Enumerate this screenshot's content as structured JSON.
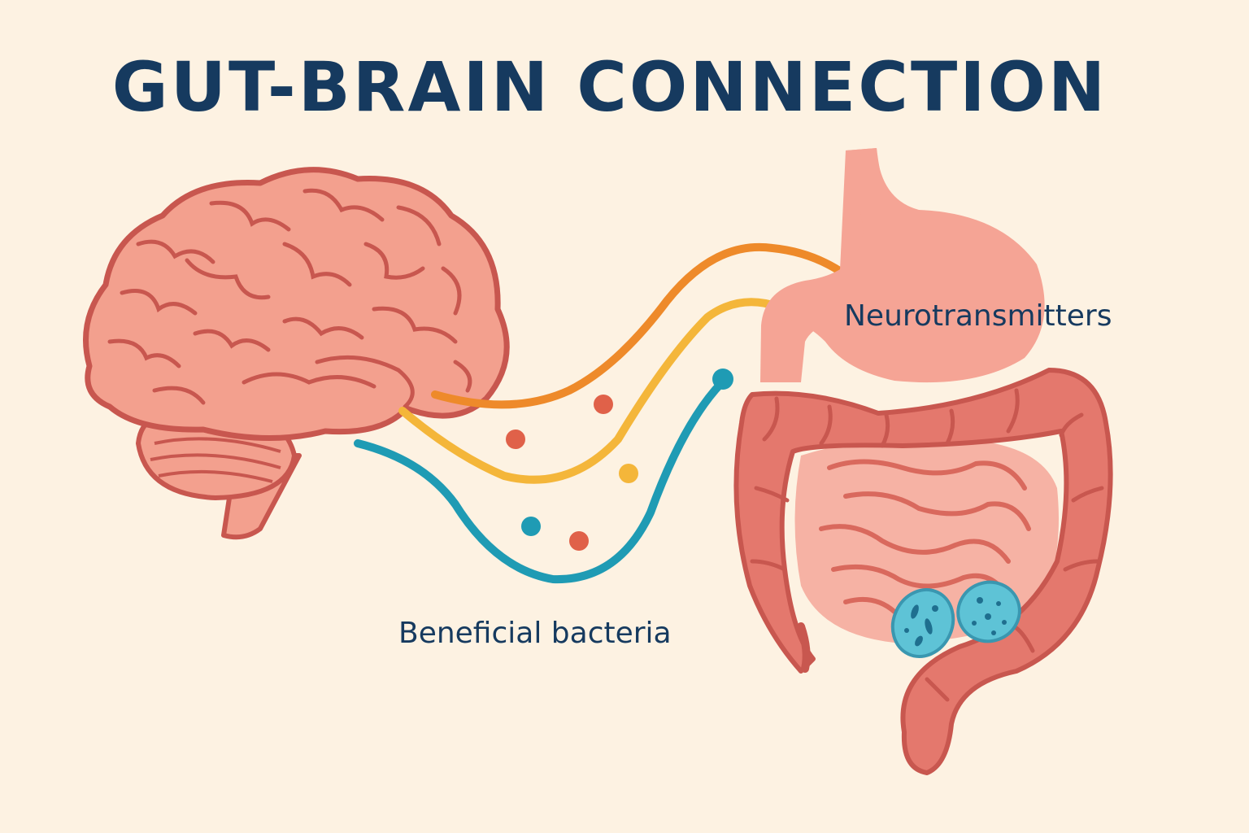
{
  "title": "GUT-BRAIN CONNECTION",
  "labels": {
    "neurotransmitters": "Neurotransmitters",
    "beneficial_bacteria": "Beneficial bacteria"
  },
  "colors": {
    "background": "#fdf2e2",
    "title_text": "#163a5f",
    "brain_fill": "#f3a08e",
    "organ_outline": "#c8574f",
    "stomach_fill": "#f5a495",
    "colon_fill": "#e4786d",
    "small_intestine_fill": "#f6b2a4",
    "pathway_orange": "#ee8a2a",
    "pathway_yellow": "#f4b63a",
    "pathway_teal": "#1f9bb4",
    "dot_red": "#e06149",
    "dot_yellow": "#f4b63a",
    "dot_teal": "#1f9bb4",
    "bacteria_fill": "#5ec3d6",
    "bacteria_spots": "#1f6f8f"
  },
  "icons": [
    "brain-icon",
    "stomach-icon",
    "intestines-icon",
    "bacteria-icon"
  ]
}
